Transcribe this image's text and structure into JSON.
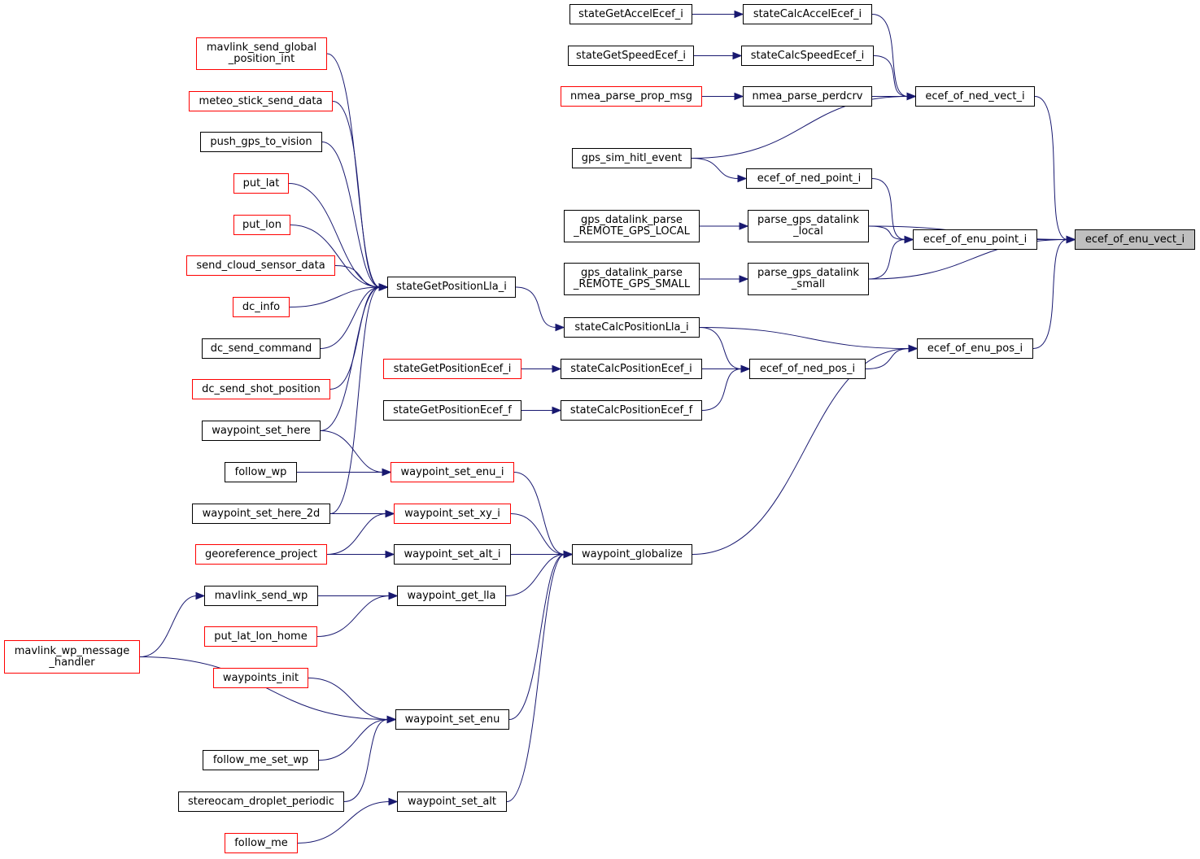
{
  "colors": {
    "edge": "#191970",
    "border_normal": "#000000",
    "border_truncated": "#ff0000",
    "root_fill": "#bfbfbf"
  },
  "nodes": {
    "ecef_of_enu_vect_i": {
      "label": "ecef_of_enu_vect_i",
      "style": "root"
    },
    "ecef_of_ned_vect_i": {
      "label": "ecef_of_ned_vect_i",
      "style": "normal"
    },
    "ecef_of_enu_point_i": {
      "label": "ecef_of_enu_point_i",
      "style": "normal"
    },
    "ecef_of_enu_pos_i": {
      "label": "ecef_of_enu_pos_i",
      "style": "normal"
    },
    "stateCalcAccelEcef_i": {
      "label": "stateCalcAccelEcef_i",
      "style": "normal"
    },
    "stateCalcSpeedEcef_i": {
      "label": "stateCalcSpeedEcef_i",
      "style": "normal"
    },
    "nmea_parse_perdcrv": {
      "label": "nmea_parse_perdcrv",
      "style": "normal"
    },
    "ecef_of_ned_point_i": {
      "label": "ecef_of_ned_point_i",
      "style": "normal"
    },
    "parse_gps_datalink_local": {
      "label": "parse_gps_datalink\n_local",
      "style": "normal"
    },
    "parse_gps_datalink_small": {
      "label": "parse_gps_datalink\n_small",
      "style": "normal"
    },
    "stateCalcPositionLla_i": {
      "label": "stateCalcPositionLla_i",
      "style": "normal"
    },
    "ecef_of_ned_pos_i": {
      "label": "ecef_of_ned_pos_i",
      "style": "normal"
    },
    "stateCalcPositionEcef_i": {
      "label": "stateCalcPositionEcef_i",
      "style": "normal"
    },
    "stateCalcPositionEcef_f": {
      "label": "stateCalcPositionEcef_f",
      "style": "normal"
    },
    "waypoint_globalize": {
      "label": "waypoint_globalize",
      "style": "normal"
    },
    "stateGetAccelEcef_i": {
      "label": "stateGetAccelEcef_i",
      "style": "normal"
    },
    "stateGetSpeedEcef_i": {
      "label": "stateGetSpeedEcef_i",
      "style": "normal"
    },
    "nmea_parse_prop_msg": {
      "label": "nmea_parse_prop_msg",
      "style": "truncated"
    },
    "gps_sim_hitl_event": {
      "label": "gps_sim_hitl_event",
      "style": "normal"
    },
    "gps_datalink_parse_REMOTE_GPS_LOCAL": {
      "label": "gps_datalink_parse\n_REMOTE_GPS_LOCAL",
      "style": "normal"
    },
    "gps_datalink_parse_REMOTE_GPS_SMALL": {
      "label": "gps_datalink_parse\n_REMOTE_GPS_SMALL",
      "style": "normal"
    },
    "stateGetPositionLla_i": {
      "label": "stateGetPositionLla_i",
      "style": "normal"
    },
    "stateGetPositionEcef_i": {
      "label": "stateGetPositionEcef_i",
      "style": "truncated"
    },
    "stateGetPositionEcef_f": {
      "label": "stateGetPositionEcef_f",
      "style": "normal"
    },
    "waypoint_set_enu_i": {
      "label": "waypoint_set_enu_i",
      "style": "truncated"
    },
    "waypoint_set_xy_i": {
      "label": "waypoint_set_xy_i",
      "style": "truncated"
    },
    "waypoint_set_alt_i": {
      "label": "waypoint_set_alt_i",
      "style": "normal"
    },
    "waypoint_get_lla": {
      "label": "waypoint_get_lla",
      "style": "normal"
    },
    "waypoint_set_enu": {
      "label": "waypoint_set_enu",
      "style": "normal"
    },
    "waypoint_set_alt": {
      "label": "waypoint_set_alt",
      "style": "normal"
    },
    "mavlink_send_global_position_int": {
      "label": "mavlink_send_global\n_position_int",
      "style": "truncated"
    },
    "meteo_stick_send_data": {
      "label": "meteo_stick_send_data",
      "style": "truncated"
    },
    "push_gps_to_vision": {
      "label": "push_gps_to_vision",
      "style": "normal"
    },
    "put_lat": {
      "label": "put_lat",
      "style": "truncated"
    },
    "put_lon": {
      "label": "put_lon",
      "style": "truncated"
    },
    "send_cloud_sensor_data": {
      "label": "send_cloud_sensor_data",
      "style": "truncated"
    },
    "dc_info": {
      "label": "dc_info",
      "style": "truncated"
    },
    "dc_send_command": {
      "label": "dc_send_command",
      "style": "normal"
    },
    "dc_send_shot_position": {
      "label": "dc_send_shot_position",
      "style": "truncated"
    },
    "waypoint_set_here": {
      "label": "waypoint_set_here",
      "style": "normal"
    },
    "follow_wp": {
      "label": "follow_wp",
      "style": "normal"
    },
    "waypoint_set_here_2d": {
      "label": "waypoint_set_here_2d",
      "style": "normal"
    },
    "georeference_project": {
      "label": "georeference_project",
      "style": "truncated"
    },
    "mavlink_send_wp": {
      "label": "mavlink_send_wp",
      "style": "normal"
    },
    "put_lat_lon_home": {
      "label": "put_lat_lon_home",
      "style": "truncated"
    },
    "mavlink_wp_message_handler": {
      "label": "mavlink_wp_message\n_handler",
      "style": "truncated"
    },
    "waypoints_init": {
      "label": "waypoints_init",
      "style": "truncated"
    },
    "follow_me_set_wp": {
      "label": "follow_me_set_wp",
      "style": "normal"
    },
    "stereocam_droplet_periodic": {
      "label": "stereocam_droplet_periodic",
      "style": "normal"
    },
    "follow_me": {
      "label": "follow_me",
      "style": "truncated"
    }
  },
  "edges": [
    {
      "from": "stateGetAccelEcef_i",
      "to": "stateCalcAccelEcef_i"
    },
    {
      "from": "stateGetSpeedEcef_i",
      "to": "stateCalcSpeedEcef_i"
    },
    {
      "from": "nmea_parse_prop_msg",
      "to": "nmea_parse_perdcrv"
    },
    {
      "from": "stateCalcAccelEcef_i",
      "to": "ecef_of_ned_vect_i"
    },
    {
      "from": "stateCalcSpeedEcef_i",
      "to": "ecef_of_ned_vect_i"
    },
    {
      "from": "nmea_parse_perdcrv",
      "to": "ecef_of_ned_vect_i"
    },
    {
      "from": "gps_sim_hitl_event",
      "to": "ecef_of_ned_vect_i"
    },
    {
      "from": "gps_sim_hitl_event",
      "to": "ecef_of_ned_point_i"
    },
    {
      "from": "ecef_of_ned_vect_i",
      "to": "ecef_of_enu_vect_i"
    },
    {
      "from": "ecef_of_ned_point_i",
      "to": "ecef_of_enu_point_i"
    },
    {
      "from": "gps_datalink_parse_REMOTE_GPS_LOCAL",
      "to": "parse_gps_datalink_local"
    },
    {
      "from": "gps_datalink_parse_REMOTE_GPS_SMALL",
      "to": "parse_gps_datalink_small"
    },
    {
      "from": "parse_gps_datalink_local",
      "to": "ecef_of_enu_vect_i"
    },
    {
      "from": "parse_gps_datalink_local",
      "to": "ecef_of_enu_point_i"
    },
    {
      "from": "parse_gps_datalink_small",
      "to": "ecef_of_enu_point_i"
    },
    {
      "from": "parse_gps_datalink_small",
      "to": "ecef_of_enu_vect_i"
    },
    {
      "from": "ecef_of_enu_point_i",
      "to": "ecef_of_enu_vect_i"
    },
    {
      "from": "ecef_of_enu_pos_i",
      "to": "ecef_of_enu_vect_i"
    },
    {
      "from": "stateGetPositionLla_i",
      "to": "stateCalcPositionLla_i"
    },
    {
      "from": "stateCalcPositionLla_i",
      "to": "ecef_of_enu_pos_i"
    },
    {
      "from": "stateCalcPositionLla_i",
      "to": "ecef_of_ned_pos_i"
    },
    {
      "from": "stateGetPositionEcef_i",
      "to": "stateCalcPositionEcef_i"
    },
    {
      "from": "stateCalcPositionEcef_i",
      "to": "ecef_of_ned_pos_i"
    },
    {
      "from": "stateGetPositionEcef_f",
      "to": "stateCalcPositionEcef_f"
    },
    {
      "from": "stateCalcPositionEcef_f",
      "to": "ecef_of_ned_pos_i"
    },
    {
      "from": "ecef_of_ned_pos_i",
      "to": "ecef_of_enu_pos_i"
    },
    {
      "from": "waypoint_globalize",
      "to": "ecef_of_enu_pos_i"
    },
    {
      "from": "mavlink_send_global_position_int",
      "to": "stateGetPositionLla_i"
    },
    {
      "from": "meteo_stick_send_data",
      "to": "stateGetPositionLla_i"
    },
    {
      "from": "push_gps_to_vision",
      "to": "stateGetPositionLla_i"
    },
    {
      "from": "put_lat",
      "to": "stateGetPositionLla_i"
    },
    {
      "from": "put_lon",
      "to": "stateGetPositionLla_i"
    },
    {
      "from": "send_cloud_sensor_data",
      "to": "stateGetPositionLla_i"
    },
    {
      "from": "dc_info",
      "to": "stateGetPositionLla_i"
    },
    {
      "from": "dc_send_command",
      "to": "stateGetPositionLla_i"
    },
    {
      "from": "dc_send_shot_position",
      "to": "stateGetPositionLla_i"
    },
    {
      "from": "waypoint_set_here",
      "to": "stateGetPositionLla_i"
    },
    {
      "from": "waypoint_set_here_2d",
      "to": "stateGetPositionLla_i"
    },
    {
      "from": "waypoint_set_here",
      "to": "waypoint_set_enu_i"
    },
    {
      "from": "follow_wp",
      "to": "waypoint_set_enu_i"
    },
    {
      "from": "waypoint_set_here_2d",
      "to": "waypoint_set_xy_i"
    },
    {
      "from": "georeference_project",
      "to": "waypoint_set_xy_i"
    },
    {
      "from": "georeference_project",
      "to": "waypoint_set_alt_i"
    },
    {
      "from": "waypoint_set_enu_i",
      "to": "waypoint_globalize"
    },
    {
      "from": "waypoint_set_xy_i",
      "to": "waypoint_globalize"
    },
    {
      "from": "waypoint_set_alt_i",
      "to": "waypoint_globalize"
    },
    {
      "from": "waypoint_get_lla",
      "to": "waypoint_globalize"
    },
    {
      "from": "waypoint_set_enu",
      "to": "waypoint_globalize"
    },
    {
      "from": "waypoint_set_alt",
      "to": "waypoint_globalize"
    },
    {
      "from": "mavlink_send_wp",
      "to": "waypoint_get_lla"
    },
    {
      "from": "put_lat_lon_home",
      "to": "waypoint_get_lla"
    },
    {
      "from": "mavlink_wp_message_handler",
      "to": "mavlink_send_wp"
    },
    {
      "from": "mavlink_wp_message_handler",
      "to": "waypoint_set_enu"
    },
    {
      "from": "waypoints_init",
      "to": "waypoint_set_enu"
    },
    {
      "from": "follow_me_set_wp",
      "to": "waypoint_set_enu"
    },
    {
      "from": "stereocam_droplet_periodic",
      "to": "waypoint_set_enu"
    },
    {
      "from": "follow_me",
      "to": "waypoint_set_alt"
    }
  ]
}
